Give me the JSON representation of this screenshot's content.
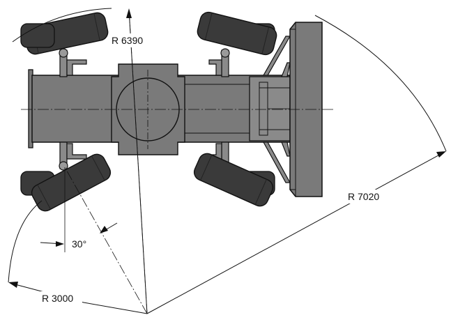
{
  "diagram": {
    "labels": {
      "r_steer_outer": "R 6390",
      "r_rear_overall": "R 7020",
      "r_inner": "R 3000",
      "steer_angle": "30°"
    },
    "colors": {
      "body_fill": "#7a7a7a",
      "tire_fill": "#3a3a3a",
      "hub_fill": "#9a9a9a",
      "line": "#111111",
      "background": "#ffffff"
    }
  }
}
